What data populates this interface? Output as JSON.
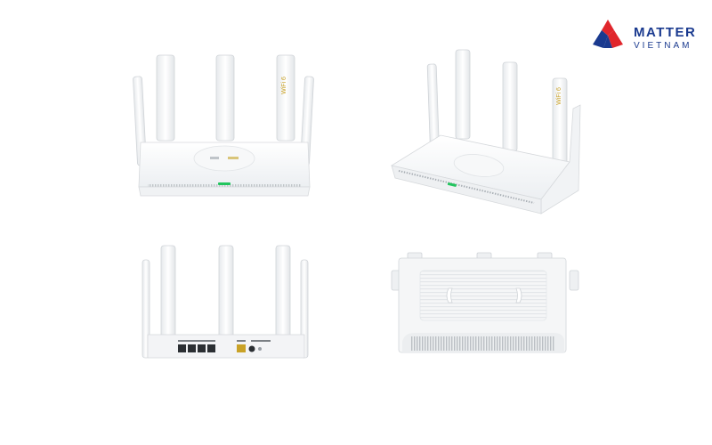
{
  "brand": {
    "line1": "MATTER",
    "line2": "VIETNAM",
    "colors": {
      "blue": "#1a3a8f",
      "red": "#e0262c"
    }
  },
  "product": {
    "antenna_badge": "WiFi 6",
    "status_led_color": "#22c55e"
  },
  "views": [
    {
      "name": "front-view"
    },
    {
      "name": "angled-view"
    },
    {
      "name": "rear-view"
    },
    {
      "name": "bottom-view"
    }
  ]
}
